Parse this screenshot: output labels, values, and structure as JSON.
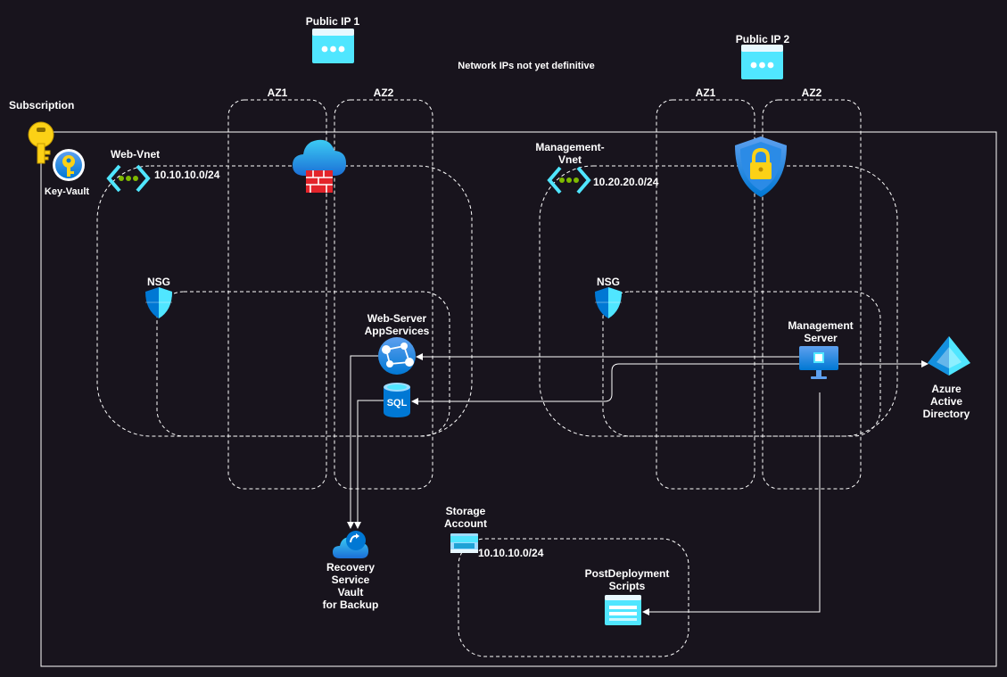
{
  "title_note": "Network IPs not yet definitive",
  "subscription": {
    "label": "Subscription"
  },
  "key_vault": {
    "label": "Key-Vault"
  },
  "public_ip_1": {
    "label": "Public IP 1"
  },
  "public_ip_2": {
    "label": "Public IP 2"
  },
  "web_vnet": {
    "label": "Web-Vnet",
    "cidr": "10.10.10.0/24",
    "az1": "AZ1",
    "az2": "AZ2",
    "nsg": "NSG",
    "web_server": {
      "line1": "Web-Server",
      "line2": "AppServices"
    },
    "sql": {
      "text": "SQL"
    }
  },
  "mgmt_vnet": {
    "label_line1": "Management-",
    "label_line2": "Vnet",
    "cidr": "10.20.20.0/24",
    "az1": "AZ1",
    "az2": "AZ2",
    "nsg": "NSG",
    "mgmt_server": {
      "line1": "Management",
      "line2": "Server"
    }
  },
  "aad": {
    "line1": "Azure",
    "line2": "Active",
    "line3": "Directory"
  },
  "recovery_vault": {
    "line1": "Recovery",
    "line2": "Service",
    "line3": "Vault",
    "line4": "for Backup"
  },
  "storage": {
    "line1": "Storage",
    "line2": "Account",
    "cidr": "10.10.10.0/24",
    "scripts": {
      "line1": "PostDeployment",
      "line2": "Scripts"
    }
  },
  "colors": {
    "background": "#18141d",
    "line": "#ffffff",
    "azure_light": "#50e6ff",
    "azure_blue": "#0078d4",
    "firewall_red": "#e3242b",
    "key_yellow": "#fcd116",
    "vnet_green": "#7fba00"
  }
}
